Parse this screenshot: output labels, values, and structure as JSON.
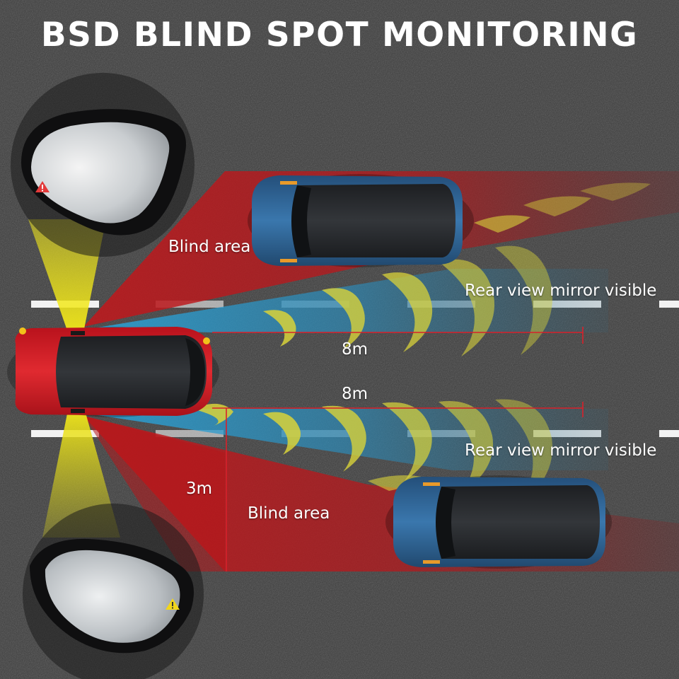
{
  "title": "BSD BLIND SPOT MONITORING",
  "labels": {
    "blind_area_upper": "Blind area",
    "blind_area_lower": "Blind area",
    "mirror_visible_upper": "Rear view mirror visible",
    "mirror_visible_lower": "Rear view mirror visible",
    "distance_upper": "8m",
    "distance_lower": "8m",
    "width_lower": "3m"
  },
  "colors": {
    "road": "#3a3a3a",
    "blind_zone": "#c0181c",
    "visible_zone": "#2aa6dc",
    "detection_wave": "#d8d23a",
    "mirror_light": "#f2e81a",
    "ego_car": "#d8202a",
    "other_car": "#2f6699",
    "warning_red": "#e33a3a",
    "warning_yellow": "#f2d51a"
  },
  "icons": {
    "upper_mirror_warning": "warning-triangle-red-icon",
    "lower_mirror_warning": "warning-triangle-yellow-icon"
  }
}
